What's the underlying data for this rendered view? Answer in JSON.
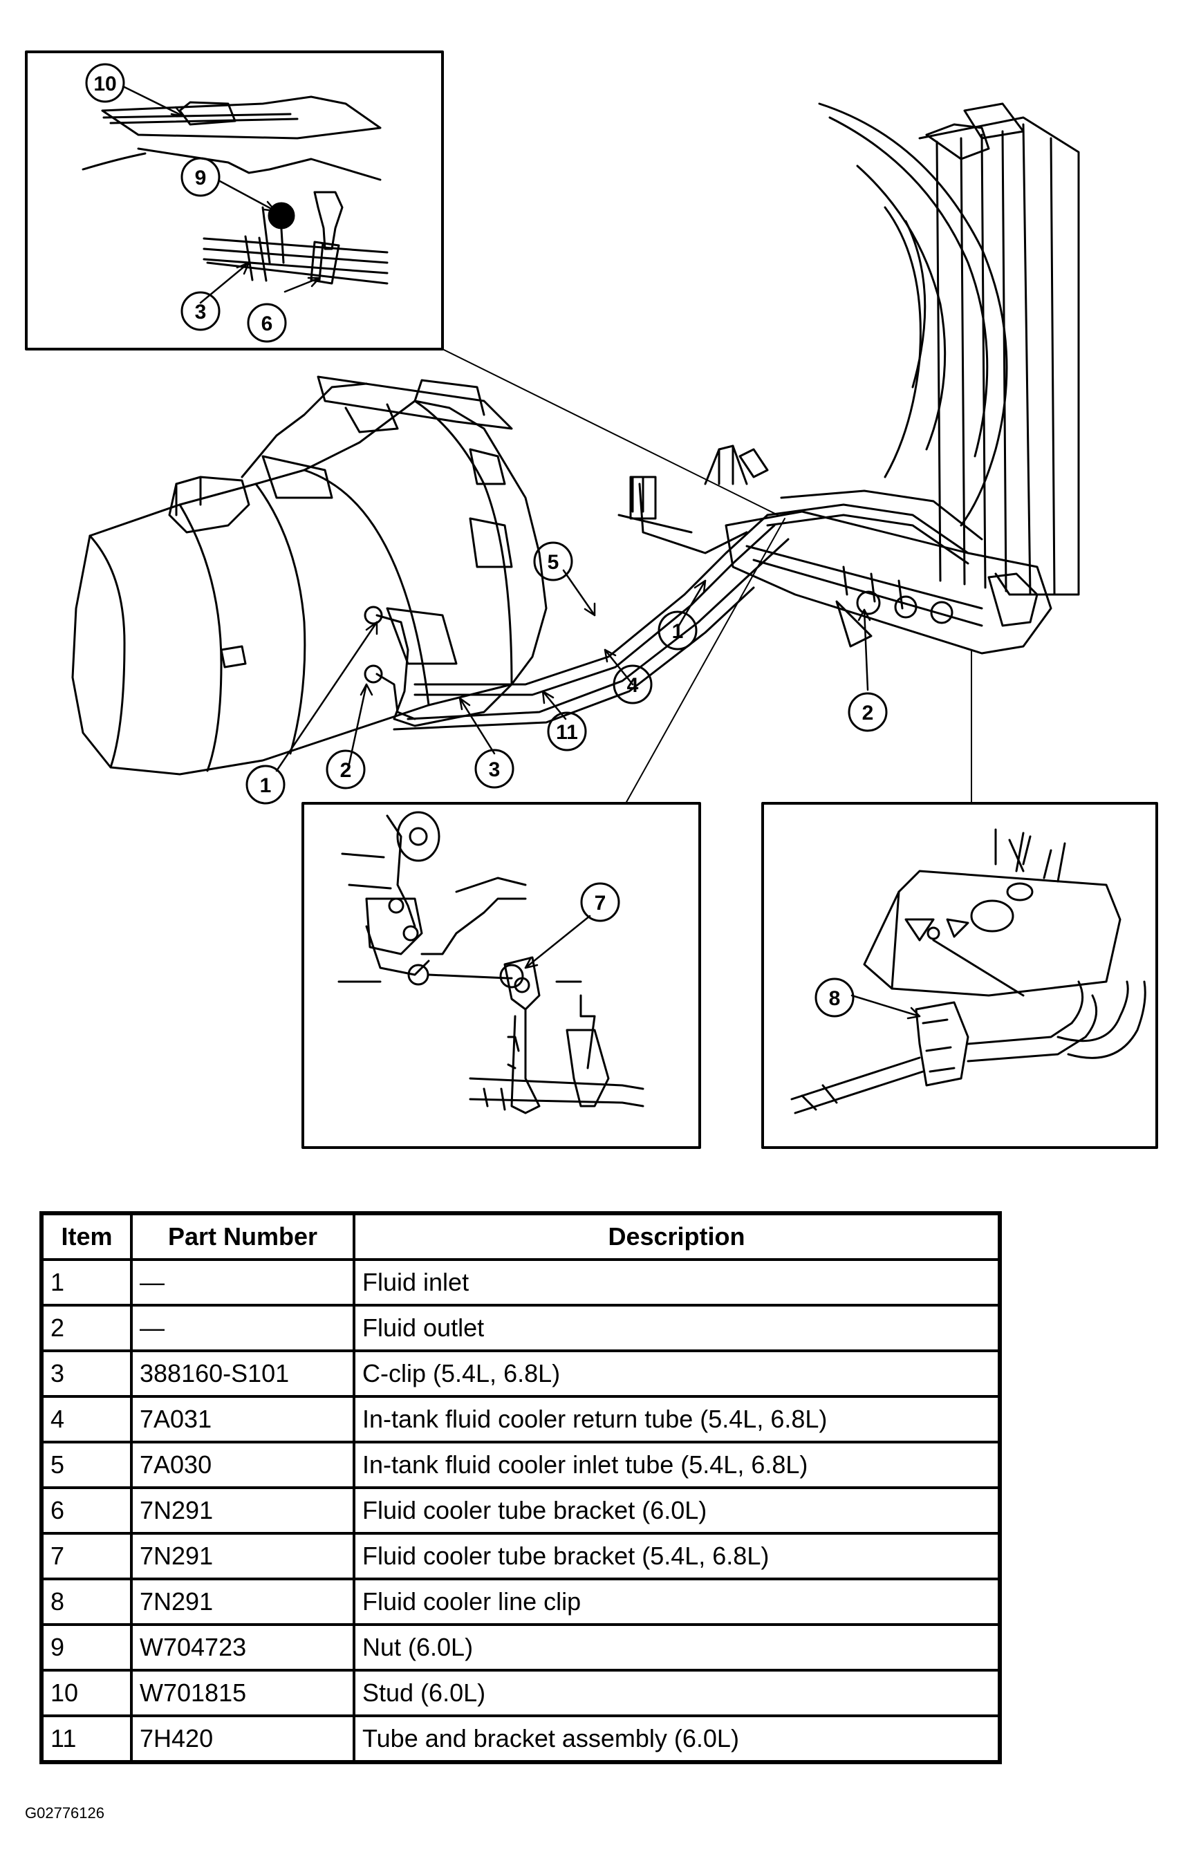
{
  "callouts": {
    "c10": "10",
    "c9": "9",
    "c3a": "3",
    "c6": "6",
    "c5": "5",
    "c4": "4",
    "c1a": "1",
    "c2a": "2",
    "c11": "11",
    "c3b": "3",
    "c2b": "2",
    "c1b": "1",
    "c7": "7",
    "c8": "8"
  },
  "table": {
    "headers": {
      "item": "Item",
      "part_number": "Part Number",
      "description": "Description"
    },
    "rows": [
      {
        "item": "1",
        "part_number": "—",
        "description": "Fluid inlet"
      },
      {
        "item": "2",
        "part_number": "—",
        "description": "Fluid outlet"
      },
      {
        "item": "3",
        "part_number": "388160-S101",
        "description": "C-clip (5.4L, 6.8L)"
      },
      {
        "item": "4",
        "part_number": "7A031",
        "description": "In-tank fluid cooler return tube (5.4L, 6.8L)"
      },
      {
        "item": "5",
        "part_number": "7A030",
        "description": "In-tank fluid cooler inlet tube (5.4L, 6.8L)"
      },
      {
        "item": "6",
        "part_number": "7N291",
        "description": "Fluid cooler tube bracket (6.0L)"
      },
      {
        "item": "7",
        "part_number": "7N291",
        "description": "Fluid cooler tube bracket (5.4L, 6.8L)"
      },
      {
        "item": "8",
        "part_number": "7N291",
        "description": "Fluid cooler line clip"
      },
      {
        "item": "9",
        "part_number": "W704723",
        "description": "Nut (6.0L)"
      },
      {
        "item": "10",
        "part_number": "W701815",
        "description": "Stud (6.0L)"
      },
      {
        "item": "11",
        "part_number": "7H420",
        "description": "Tube and bracket assembly (6.0L)"
      }
    ]
  },
  "figure_id": "G02776126"
}
